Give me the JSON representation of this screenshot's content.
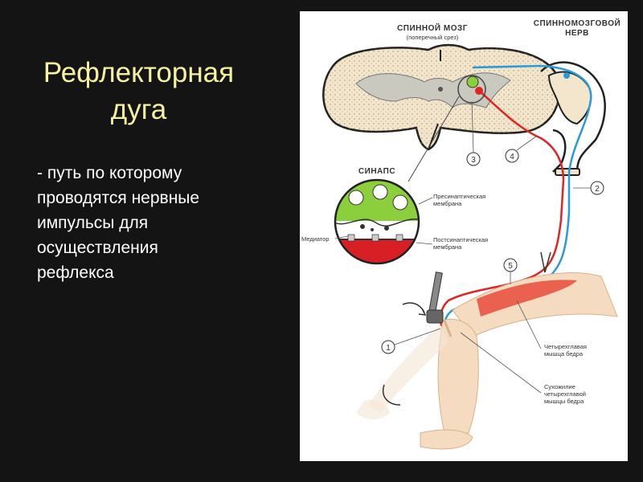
{
  "title": {
    "line1": "Рефлекторная",
    "line2": "дуга"
  },
  "description": {
    "line1": "- путь по которому",
    "line2": "проводятся нервные",
    "line3": "импульсы для",
    "line4": "осуществления",
    "line5": "рефлекса"
  },
  "diagram": {
    "spinal_cord": {
      "title": "СПИННОЙ МОЗГ",
      "subtitle": "(поперечный срез)"
    },
    "spinal_nerve": {
      "line1": "СПИННОМОЗГОВОЙ",
      "line2": "НЕРВ"
    },
    "synapse": {
      "title": "СИНАПС",
      "presynaptic_line1": "Пресинаптическая",
      "presynaptic_line2": "мембрана",
      "postsynaptic_line1": "Постсинаптическая",
      "postsynaptic_line2": "мембрана",
      "mediator": "Медиатор"
    },
    "muscle": {
      "line1": "Четырехглавая",
      "line2": "мышца бедра"
    },
    "tendon": {
      "line1": "Сухожилие",
      "line2": "четырехглавой",
      "line3": "мышцы бедра"
    },
    "markers": [
      "1",
      "2",
      "3",
      "4",
      "5"
    ],
    "colors": {
      "sensory_path": "#2a9ad8",
      "motor_path": "#e02424",
      "synapse_top": "#8ccf3c",
      "synapse_bottom": "#d81f26",
      "title_text": "#f6f2a0"
    }
  }
}
